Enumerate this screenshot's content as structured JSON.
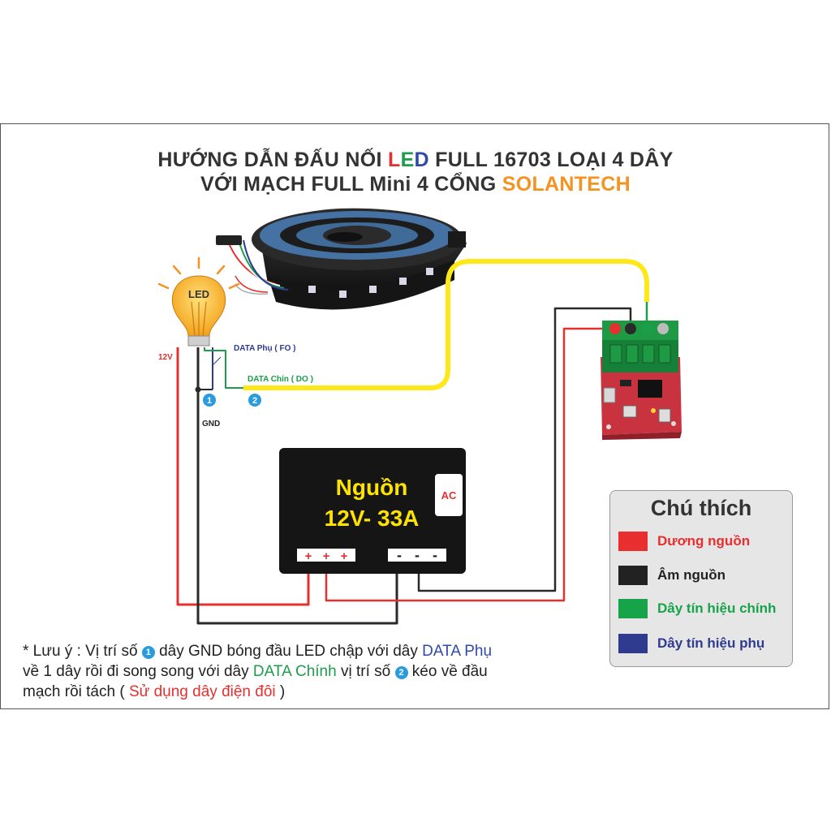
{
  "title": {
    "line1_pre": "HƯỚNG DẪN ĐẤU NỐI ",
    "line1_L": "L",
    "line1_E": "E",
    "line1_D": "D",
    "line1_post": " FULL 16703 LOẠI 4 DÂY",
    "line2_pre": "VỚI MẠCH FULL Mini 4 CỔNG ",
    "line2_brand": "SOLANTECH"
  },
  "labels": {
    "bulb": "LED",
    "v12": "12V",
    "data_phu": "DATA Phụ ( FO )",
    "data_chinh": "DATA Chín ( DO )",
    "gnd": "GND",
    "marker1": "1",
    "marker2": "2"
  },
  "psu": {
    "line1": "Nguồn",
    "line2": "12V- 33A",
    "ac": "AC",
    "plus": "+",
    "minus": "-"
  },
  "legend": {
    "title": "Chú thích",
    "items": [
      {
        "label": "Dương nguồn",
        "color": "#e82e2e",
        "text_color": "#e82e2e"
      },
      {
        "label": "Âm nguồn",
        "color": "#222222",
        "text_color": "#222222"
      },
      {
        "label": "Dây tín hiệu chính",
        "color": "#16a34a",
        "text_color": "#16a34a"
      },
      {
        "label": "Dây tín hiệu phụ",
        "color": "#2e3b8f",
        "text_color": "#2e3b8f"
      }
    ]
  },
  "note": {
    "p1": "* Lưu ý : Vị trí số ",
    "p2": " dây GND bóng đầu LED chập với dây ",
    "data_phu": "DATA Phụ",
    "p3": " về 1 dây rồi đi song song với dây ",
    "data_chinh": "DATA Chính",
    "p4": " vị trí số ",
    "p5": " kéo về đầu",
    "p6": " mạch rồi tách ( ",
    "highlight": "Sử dụng dây điện đôi",
    "p7": " )",
    "n1": "1",
    "n2": "2"
  },
  "colors": {
    "red_wire": "#e53030",
    "black_wire": "#2a2a2a",
    "green_wire": "#1a9e4a",
    "blue_wire": "#2e3b8f",
    "yellow_wire": "#ffe81a",
    "marker_blue": "#2b9be0"
  }
}
